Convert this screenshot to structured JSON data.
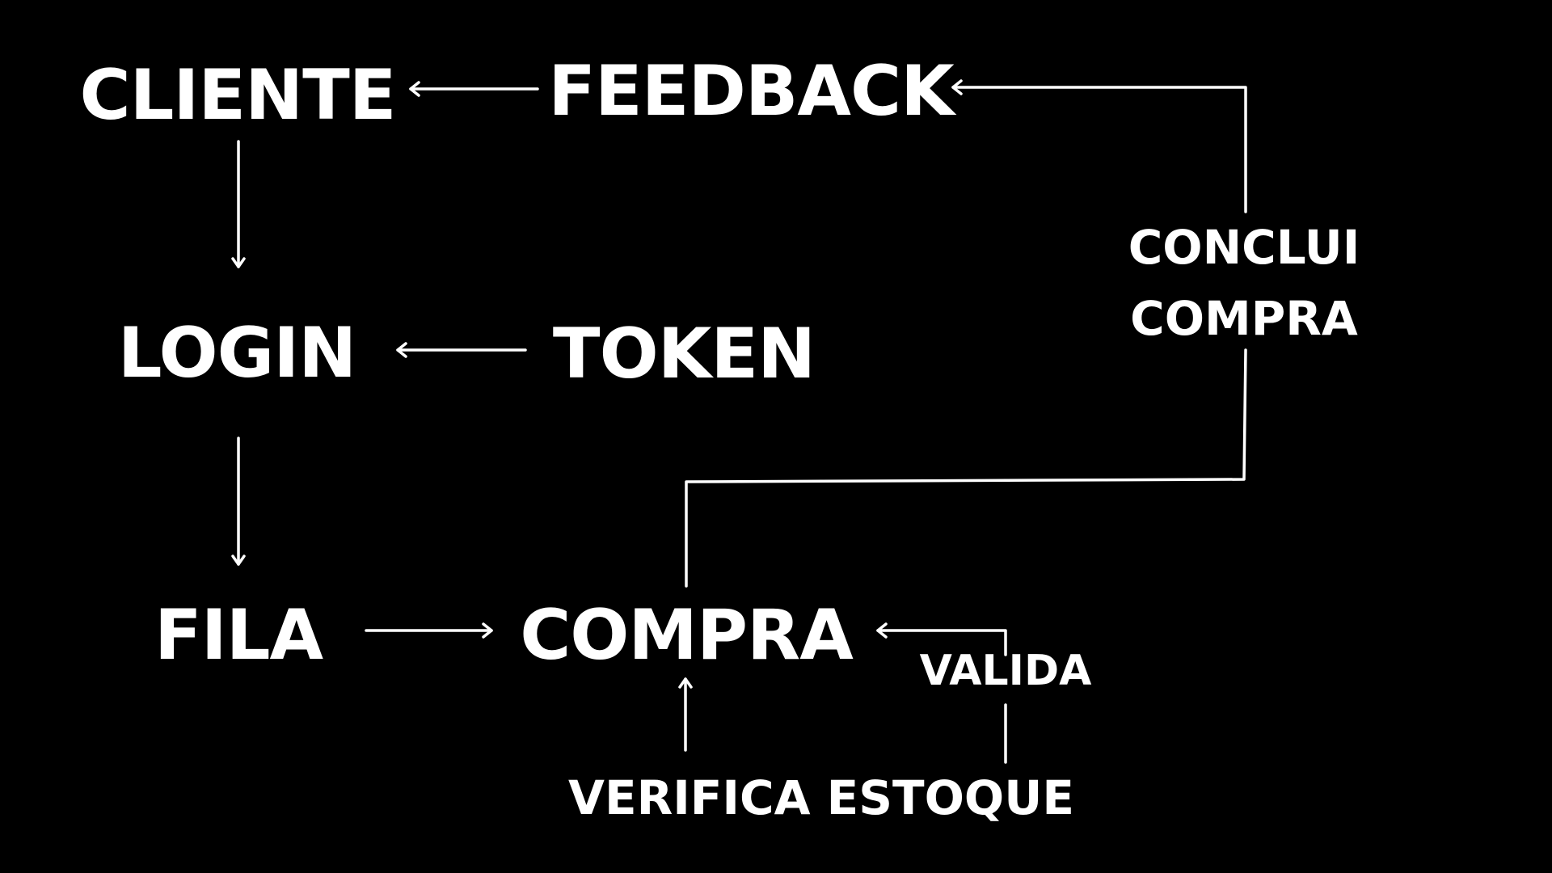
{
  "diagram": {
    "nodes": {
      "cliente": "CLIENTE",
      "feedback": "FEEDBACK",
      "login": "LOGIN",
      "token": "TOKEN",
      "fila": "FILA",
      "compra": "COMPRA",
      "verifica_estoque": "VERIFICA ESTOQUE",
      "conclui_compra": [
        "CONCLUI",
        "COMPRA"
      ]
    },
    "edge_labels": {
      "valida": "VALIDA"
    },
    "edges": [
      {
        "from": "feedback",
        "to": "cliente"
      },
      {
        "from": "cliente",
        "to": "login"
      },
      {
        "from": "token",
        "to": "login"
      },
      {
        "from": "login",
        "to": "fila"
      },
      {
        "from": "fila",
        "to": "compra"
      },
      {
        "from": "verifica_estoque",
        "to": "compra"
      },
      {
        "from": "verifica_estoque",
        "to": "compra",
        "label": "valida"
      },
      {
        "from": "compra",
        "to": "conclui_compra"
      },
      {
        "from": "conclui_compra",
        "to": "feedback"
      }
    ],
    "colors": {
      "background": "#000000",
      "foreground": "#ffffff"
    }
  }
}
